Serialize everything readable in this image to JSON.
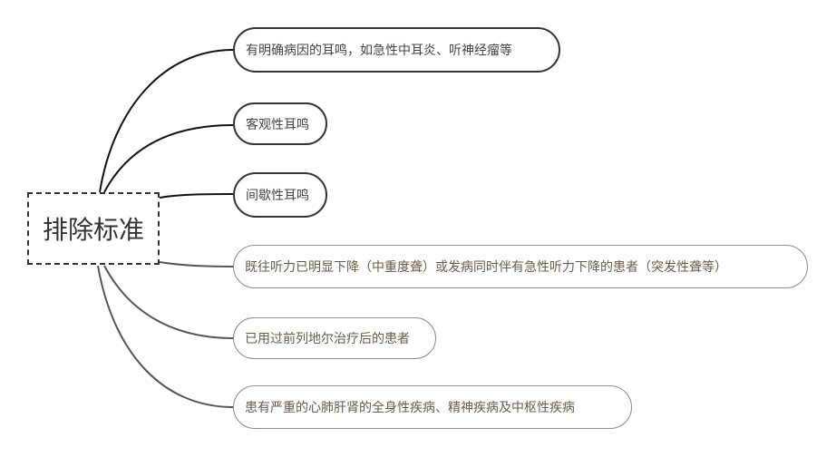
{
  "root": {
    "label": "排除标准"
  },
  "branches": [
    {
      "label": "有明确病因的耳鸣，如急性中耳炎、听神经瘤等"
    },
    {
      "label": "客观性耳鸣"
    },
    {
      "label": "间歇性耳鸣"
    },
    {
      "label": "既往听力已明显下降（中重度聋）或发病同时伴有急性听力下降的患者（突发性聋等）"
    },
    {
      "label": "已用过前列地尔治疗后的患者"
    },
    {
      "label": "患有严重的心肺肝肾的全身性疾病、精神疾病及中枢性疾病"
    }
  ],
  "colors": {
    "dark_line": "#111111",
    "light_line": "#555555",
    "light_text": "#6b5a48"
  }
}
